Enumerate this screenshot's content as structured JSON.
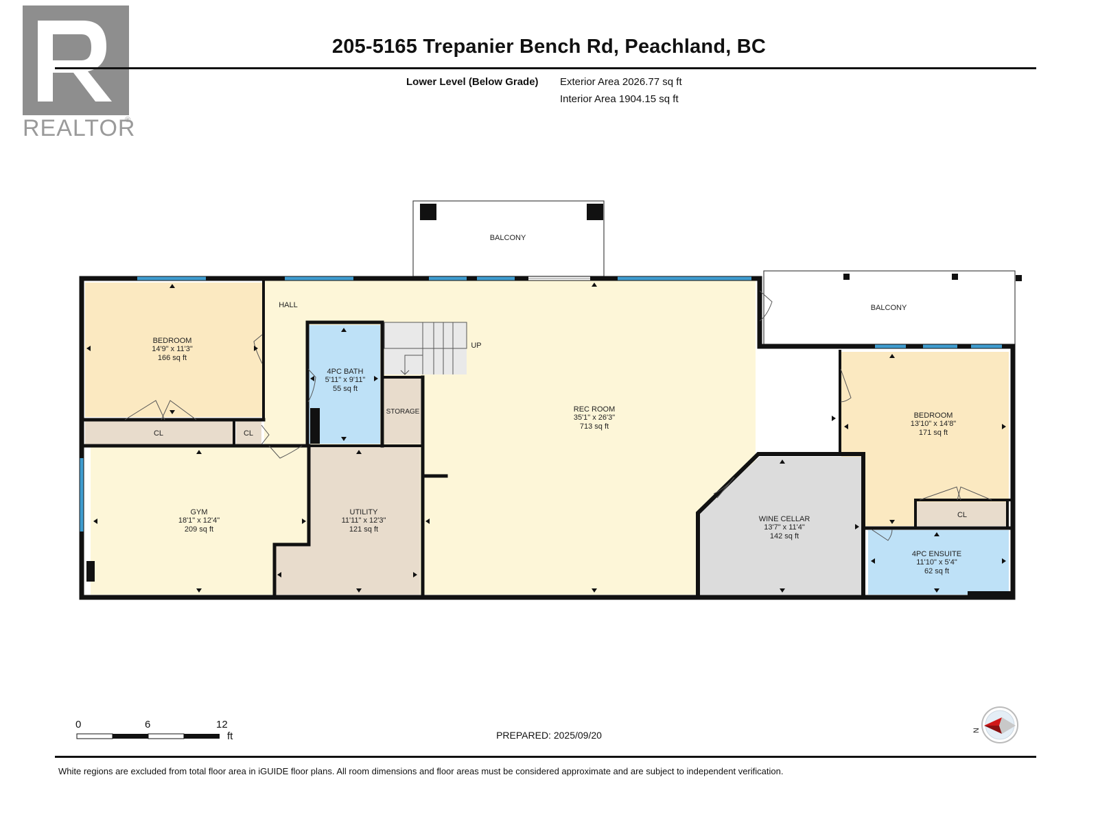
{
  "header": {
    "title": "205-5165 Trepanier Bench Rd, Peachland, BC",
    "level": "Lower Level (Below Grade)",
    "exterior_area": "Exterior Area 2026.77 sq ft",
    "interior_area": "Interior Area 1904.15 sq ft"
  },
  "logo": {
    "text": "REALTOR",
    "mark": "®"
  },
  "rooms": {
    "balcony_top": {
      "name": "BALCONY"
    },
    "balcony_right": {
      "name": "BALCONY"
    },
    "hall": {
      "name": "HALL"
    },
    "bedroom_left": {
      "name": "BEDROOM",
      "dims": "14'9\" x 11'3\"",
      "area": "166 sq ft"
    },
    "bath": {
      "name": "4PC BATH",
      "dims": "5'11\" x 9'11\"",
      "area": "55 sq ft"
    },
    "stairs": {
      "name": "UP"
    },
    "storage": {
      "name": "STORAGE"
    },
    "rec_room": {
      "name": "REC ROOM",
      "dims": "35'1\" x 26'3\"",
      "area": "713 sq ft"
    },
    "bedroom_right": {
      "name": "BEDROOM",
      "dims": "13'10\" x 14'8\"",
      "area": "171 sq ft"
    },
    "cl_left": {
      "name": "CL"
    },
    "cl_small": {
      "name": "CL"
    },
    "cl_right": {
      "name": "CL"
    },
    "gym": {
      "name": "GYM",
      "dims": "18'1\" x 12'4\"",
      "area": "209 sq ft"
    },
    "utility": {
      "name": "UTILITY",
      "dims": "11'11\" x 12'3\"",
      "area": "121 sq ft"
    },
    "wine_cellar": {
      "name": "WINE CELLAR",
      "dims": "13'7\" x 11'4\"",
      "area": "142 sq ft"
    },
    "ensuite": {
      "name": "4PC ENSUITE",
      "dims": "11'10\" x 5'4\"",
      "area": "62 sq ft"
    }
  },
  "scale": {
    "ticks": [
      "0",
      "6",
      "12"
    ],
    "unit": "ft"
  },
  "compass": {
    "label": "N"
  },
  "prepared": "PREPARED: 2025/09/20",
  "disclaimer": "White regions are excluded from total floor area in iGUIDE floor plans. All room dimensions and floor areas must be considered approximate and are subject to independent verification.",
  "colors": {
    "bedroom": "#fbe9c1",
    "hall": "#fdf6d8",
    "bath": "#bee1f7",
    "utility": "#e8dccc",
    "closet": "#e8dccc",
    "wine": "#dcdcdc",
    "wall": "#111111",
    "window": "#3f9ccf"
  }
}
